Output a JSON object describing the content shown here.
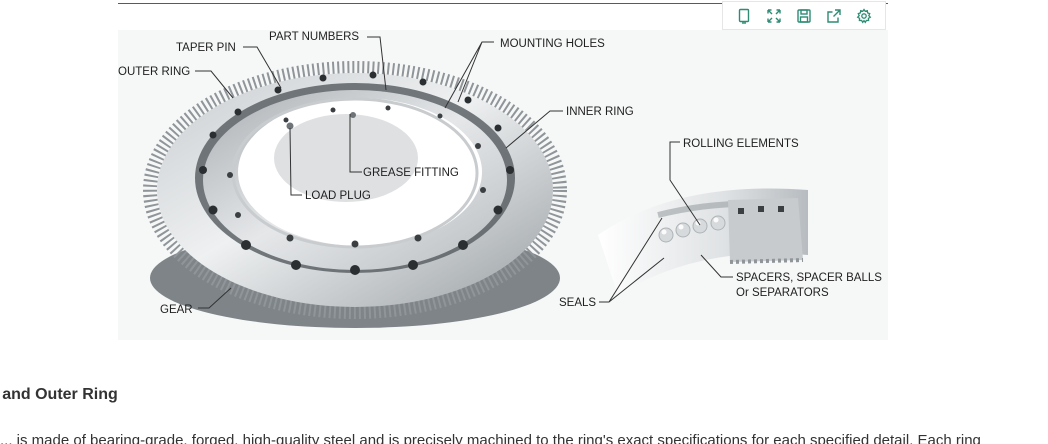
{
  "toolbar": {
    "accent_color": "#2e8b74",
    "items": [
      {
        "icon": "copy-page-icon"
      },
      {
        "icon": "fullscreen-icon"
      },
      {
        "icon": "save-icon"
      },
      {
        "icon": "share-icon"
      },
      {
        "icon": "settings-icon"
      }
    ]
  },
  "diagram": {
    "labels": {
      "part_numbers": "PART NUMBERS",
      "taper_pin": "TAPER PIN",
      "outer_ring": "OUTER RING",
      "mounting_holes": "MOUNTING HOLES",
      "inner_ring": "INNER RING",
      "grease_fitting": "GREASE FITTING",
      "load_plug": "LOAD PLUG",
      "gear": "GEAR",
      "rolling_elements": "ROLLING ELEMENTS",
      "spacers_line1": "SPACERS, SPACER BALLS",
      "spacers_line2": "Or SEPARATORS",
      "seals": "SEALS"
    }
  },
  "section": {
    "heading": "g and Outer Ring",
    "paragraph": "... is made of bearing-grade, forged, high-quality steel and is precisely machined to the ring's exact specifications for each specified detail. Each ring"
  }
}
